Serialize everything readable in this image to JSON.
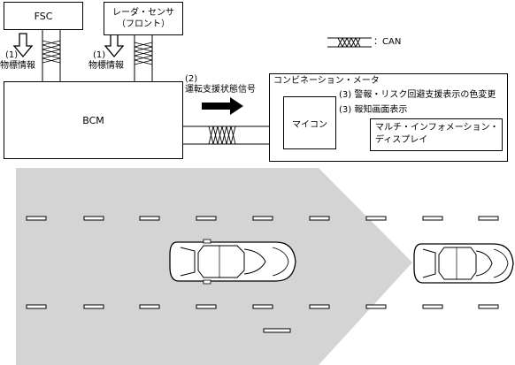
{
  "ecus": {
    "fsc": "FSC",
    "radar_line1": "レーダ・センサ",
    "radar_line2": "（フロント）",
    "bcm": "BCM",
    "meter_title": "コンビネーション・メータ",
    "micom": "マイコン",
    "mid_line1": "マルチ・インフォメーション・",
    "mid_line2": "ディスプレイ"
  },
  "legend": {
    "can_label": "：CAN"
  },
  "signals": {
    "s1_num_a": "(1)",
    "s1_label_a": "物標情報",
    "s1_num_b": "(1)",
    "s1_label_b": "物標情報",
    "s2_num": "(2)",
    "s2_label": "運転支援状態信号",
    "s3a": "(3) 警報・リスク回避支援表示の色変更",
    "s3b": "(3) 報知画面表示"
  },
  "colors": {
    "zone_fill": "#d4d4d4",
    "line": "#000000",
    "background": "#ffffff"
  },
  "icons": [
    "hollow-down-arrow-icon",
    "can-bus-icon",
    "bold-right-arrow-icon",
    "car-icon"
  ]
}
